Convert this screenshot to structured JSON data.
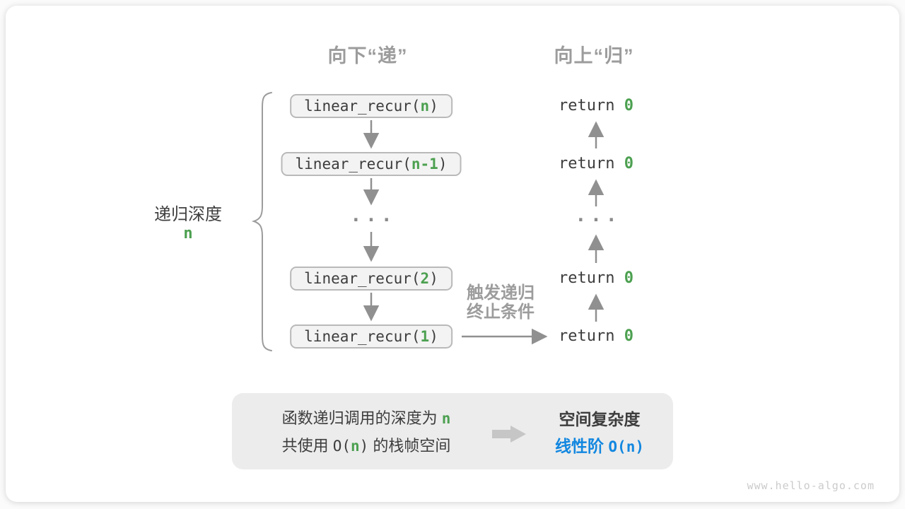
{
  "colors": {
    "accent_green": "#4ca050",
    "accent_blue": "#1287e0",
    "gray_label": "#9c9c9c",
    "dark_text": "#3d3d3d",
    "arrow_gray": "#909090",
    "box_fill": "#f3f3f3",
    "box_border": "#b9b9b9",
    "summary_bg": "#ececec"
  },
  "headers": {
    "down": "向下“递”",
    "up": "向上“归”"
  },
  "depth_label": {
    "title": "递归深度",
    "value": "n"
  },
  "calls": [
    {
      "pre": "linear_recur(",
      "arg": "n",
      "post": ")"
    },
    {
      "pre": "linear_recur(",
      "arg": "n-1",
      "post": ")"
    },
    {
      "pre": "linear_recur(",
      "arg": "2",
      "post": ")"
    },
    {
      "pre": "linear_recur(",
      "arg": "1",
      "post": ")"
    }
  ],
  "ellipsis": "...",
  "returns": [
    {
      "pre": "return ",
      "arg": "0"
    },
    {
      "pre": "return ",
      "arg": "0"
    },
    {
      "pre": "return ",
      "arg": "0"
    },
    {
      "pre": "return ",
      "arg": "0"
    }
  ],
  "trigger_label": {
    "line1": "触发递归",
    "line2": "终止条件"
  },
  "summary": {
    "line1": {
      "pre": "函数递归调用的深度为 ",
      "arg": "n"
    },
    "line2": {
      "pre": "共使用 ",
      "code_pre": "O(",
      "arg": "n",
      "code_post": ")",
      "post": " 的栈帧空间"
    },
    "result_title": "空间复杂度",
    "result_pre": "线性阶 ",
    "result_code": "O(n)"
  },
  "watermark": "www.hello-algo.com"
}
